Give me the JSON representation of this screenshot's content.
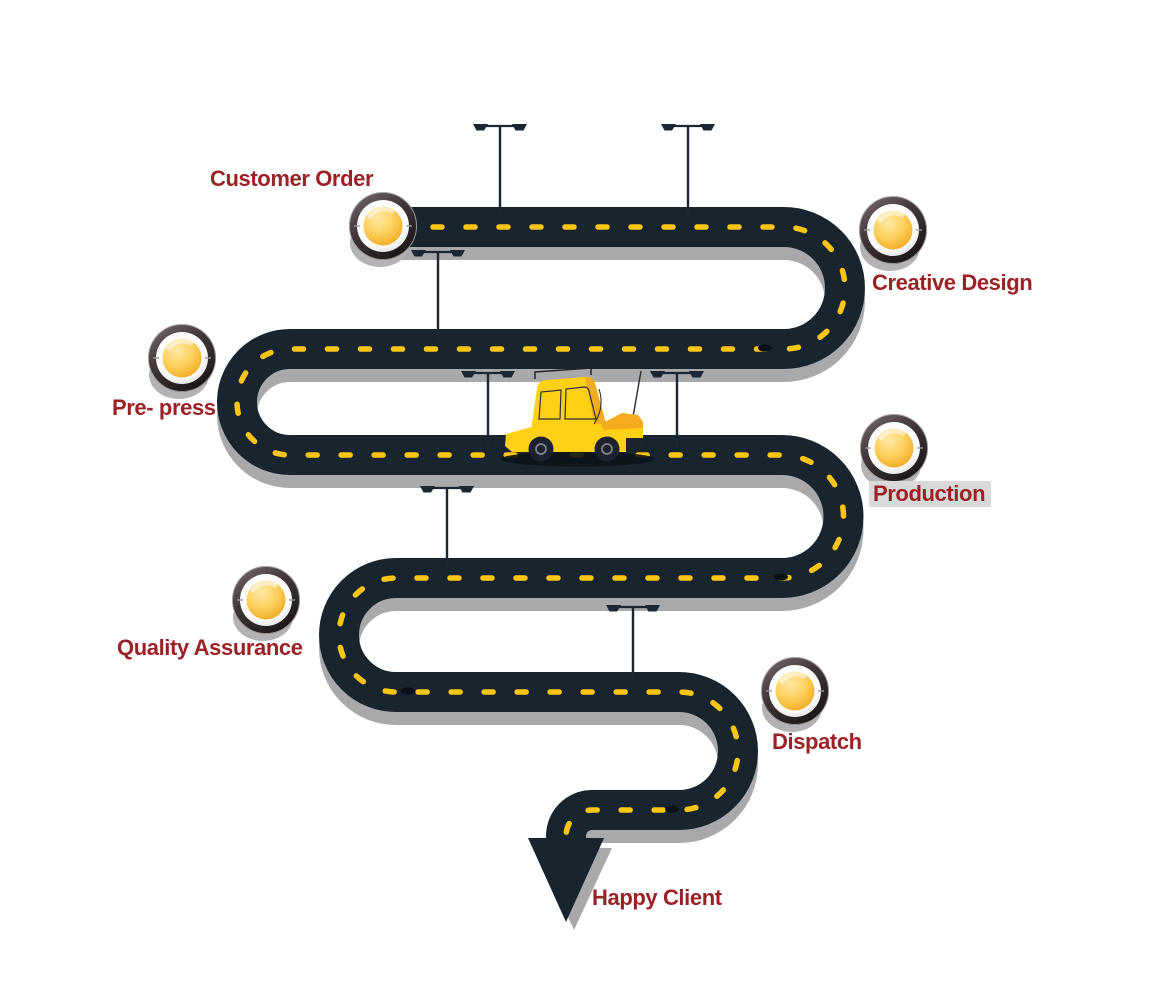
{
  "diagram": {
    "type": "process-roadmap",
    "steps": [
      {
        "label": "Customer Order"
      },
      {
        "label": "Creative Design"
      },
      {
        "label": "Pre- press"
      },
      {
        "label": "Production"
      },
      {
        "label": "Quality Assurance"
      },
      {
        "label": "Dispatch"
      },
      {
        "label": "Happy Client"
      }
    ],
    "icons": [
      "milestone-marker-icon",
      "street-lamp-icon",
      "taxi-car-icon",
      "arrow-down-icon"
    ],
    "colors": {
      "road": "#18242e",
      "road_shadow": "#a9a9ac",
      "dash_yellow": "#fdc613",
      "dash_black": "#0a1016",
      "label_maroon": "#9c2127",
      "production_label_bg": "#d9d9d9",
      "marker_core_yellow": "#f5a91f",
      "car_yellow": "#ffd013"
    }
  }
}
